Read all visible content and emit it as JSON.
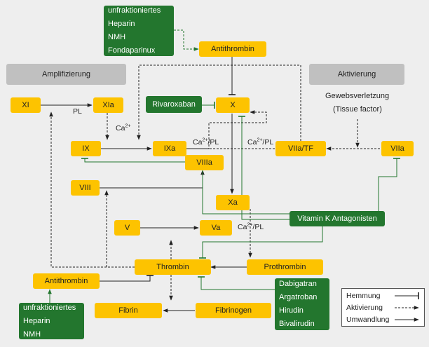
{
  "colors": {
    "factor": "#fdc300",
    "drug": "#23762e",
    "header": "#c0c0c0",
    "background": "#eeeeee",
    "line": "#222222"
  },
  "headers": {
    "amplification": "Amplifizierung",
    "activation": "Aktivierung"
  },
  "drugs": {
    "heparin_top": [
      "unfraktioniertes",
      "Heparin",
      "NMH",
      "Fondaparinux"
    ],
    "heparin_bottom": [
      "unfraktioniertes",
      "Heparin",
      "NMH"
    ],
    "rivaroxaban": "Rivaroxaban",
    "vka": "Vitamin K Antagonisten",
    "dti": [
      "Dabigatran",
      "Argatroban",
      "Hirudin",
      "Bivalirudin"
    ]
  },
  "factors": {
    "antithrombin_top": "Antithrombin",
    "xi": "XI",
    "xia": "XIa",
    "x": "X",
    "ix": "IX",
    "ixa": "IXa",
    "viiia": "VIIIa",
    "viia_tf": "VIIa/TF",
    "viia": "VIIa",
    "viii": "VIII",
    "xa": "Xa",
    "v": "V",
    "va": "Va",
    "thrombin": "Thrombin",
    "prothrombin": "Prothrombin",
    "antithrombin_bottom": "Antithrombin",
    "fibrin": "Fibrin",
    "fibrinogen": "Fibrinogen"
  },
  "labels": {
    "pl": "PL",
    "ca1_base": "Ca",
    "ca1_sup": "2+",
    "ca2_base": "Ca",
    "ca2_sup": "2+",
    "ca2_tail": "/PL",
    "ca3_base": "Ca",
    "ca3_sup": "2+",
    "ca3_tail": "/PL",
    "ca4_base": "Ca",
    "ca4_sup": "2+",
    "ca4_tail": "/PL",
    "injury": "Gewebsverletzung",
    "tissue_factor": "(Tissue factor)"
  },
  "legend": {
    "inhibition": "Hemmung",
    "activation": "Aktivierung",
    "conversion": "Umwandlung"
  }
}
